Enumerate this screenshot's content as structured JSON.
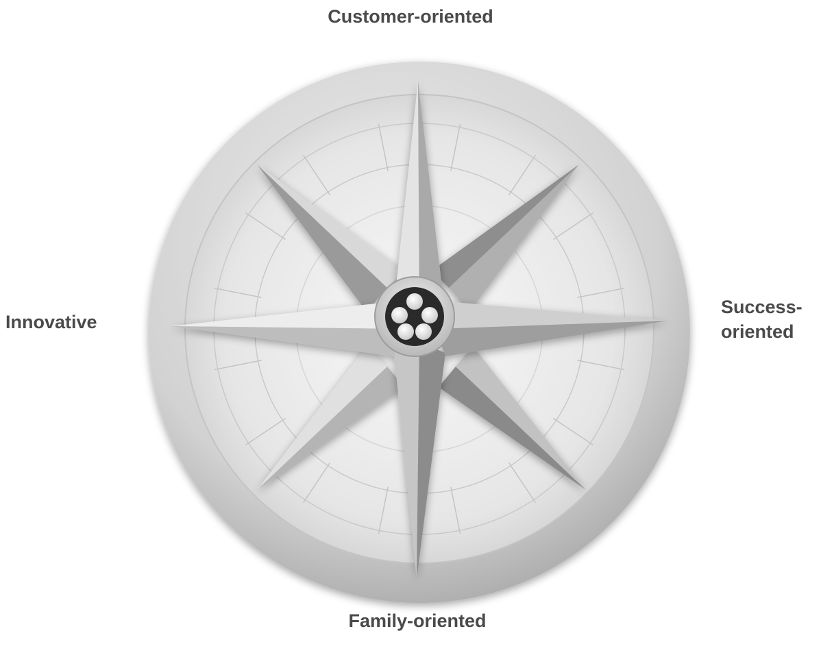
{
  "labels": {
    "north": "Customer-oriented",
    "east_line1": "Success-",
    "east_line2": "oriented",
    "south": "Family-oriented",
    "west": "Innovative"
  },
  "graphic": {
    "type": "compass-rose",
    "points": 8,
    "icon": "compass-rose-icon",
    "center_icon": "five-dot-logo-icon",
    "colors": {
      "label_text": "#4a4a4a",
      "rim_light": "#eeeeee",
      "rim_dark": "#a8a8a8",
      "hub_dark": "#2a2a2a"
    }
  }
}
